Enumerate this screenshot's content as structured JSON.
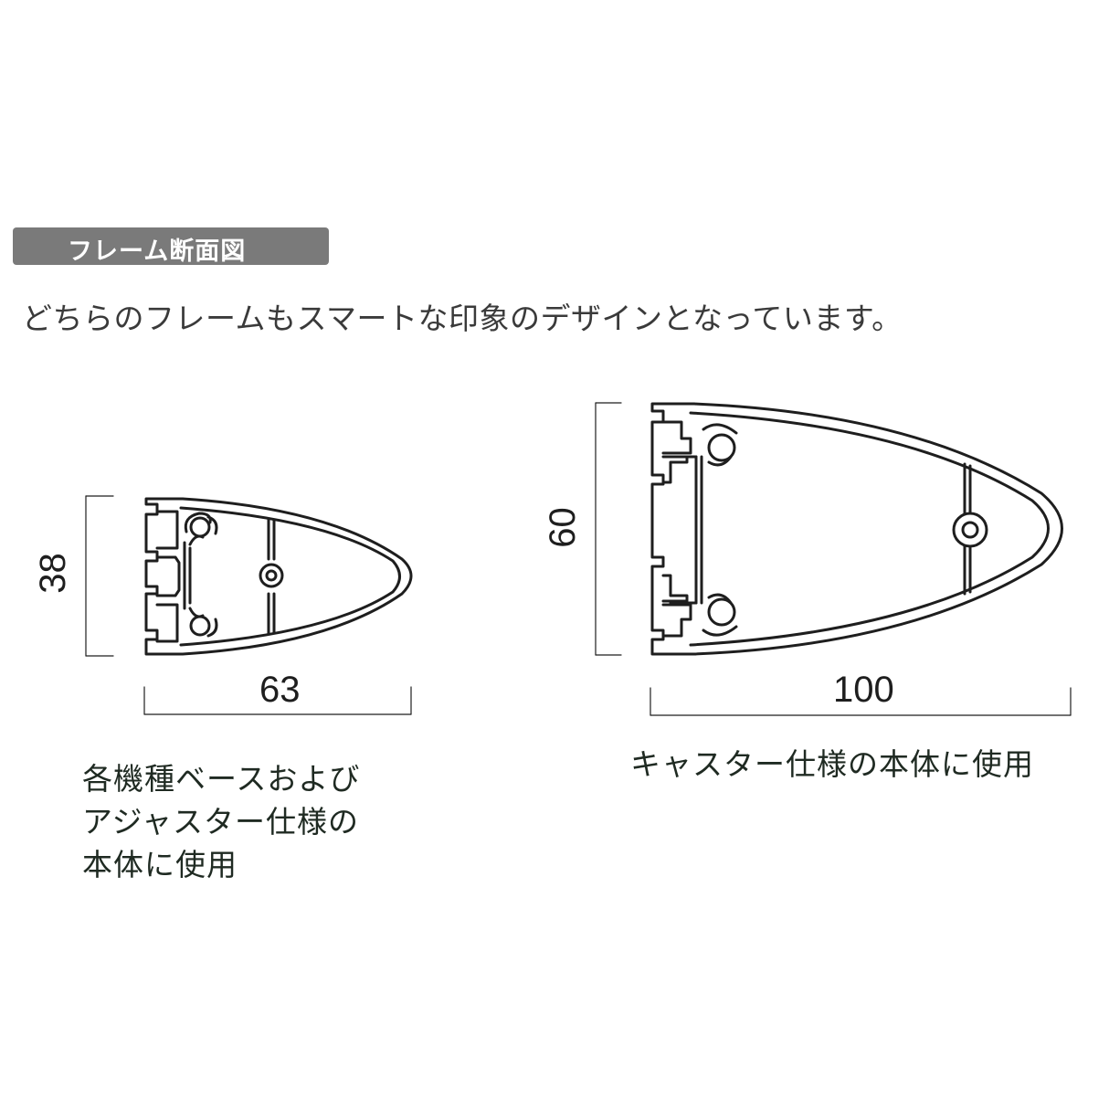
{
  "section": {
    "title": "フレーム断面図"
  },
  "intro": {
    "text": "どちらのフレームもスマートな印象のデザインとなっています。"
  },
  "frames": [
    {
      "name": "small-frame",
      "height_label": "38",
      "width_label": "63",
      "caption_lines": [
        "各機種ベースおよび",
        "アジャスター仕様の",
        "本体に使用"
      ]
    },
    {
      "name": "large-frame",
      "height_label": "60",
      "width_label": "100",
      "caption_lines": [
        "キャスター仕様の本体に使用"
      ]
    }
  ],
  "colors": {
    "badge": "#7a7a7a",
    "line": "#1e1e1e",
    "text": "#2a2a2a"
  }
}
